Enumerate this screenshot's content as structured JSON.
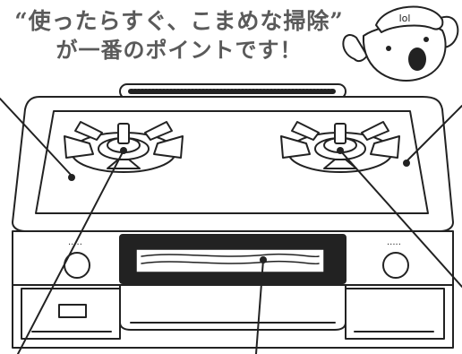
{
  "caption": {
    "line1": "“使ったらすぐ、こまめな掃除”",
    "line2": "が一番のポイントです！"
  },
  "mascot": {
    "cap_text": "lol"
  },
  "stove": {
    "knob_dots": "·····"
  }
}
